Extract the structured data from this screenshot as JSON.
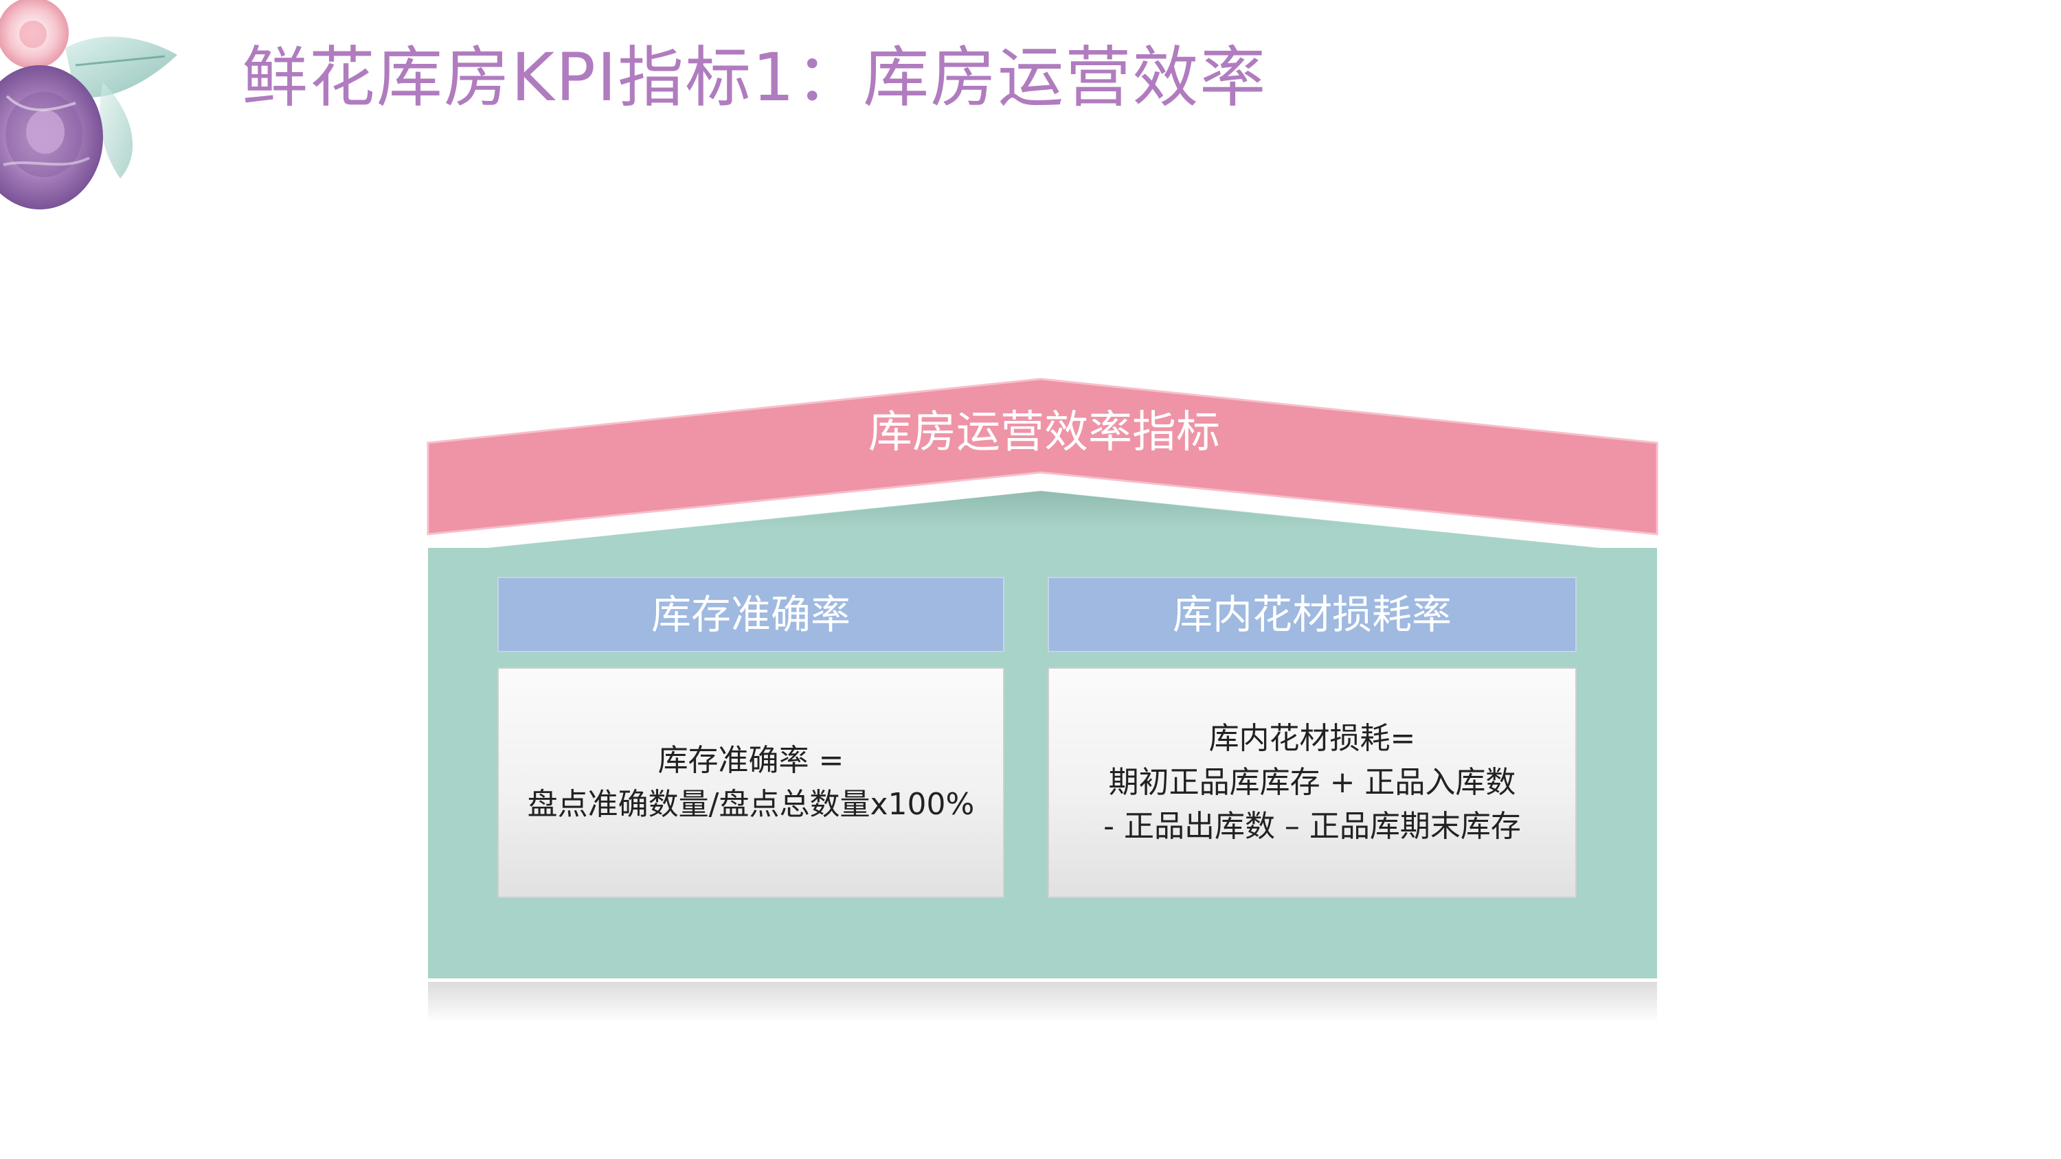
{
  "title": "鲜花库房KPI指标1：库房运营效率",
  "roof_label": "库房运营效率指标",
  "columns": [
    {
      "header": "库存准确率",
      "formula_lines": [
        "库存准确率 =",
        "盘点准确数量/盘点总数量x100%"
      ]
    },
    {
      "header": "库内花材损耗率",
      "formula_lines": [
        "库内花材损耗=",
        "期初正品库库存 + 正品入库数",
        "- 正品出库数 – 正品库期末库存"
      ]
    }
  ],
  "colors": {
    "title": "#b07cbf",
    "roof": "#ef93a6",
    "house": "#a8d3c8",
    "column_header": "#9fb9e0"
  },
  "icons": [
    "flower-decoration"
  ]
}
